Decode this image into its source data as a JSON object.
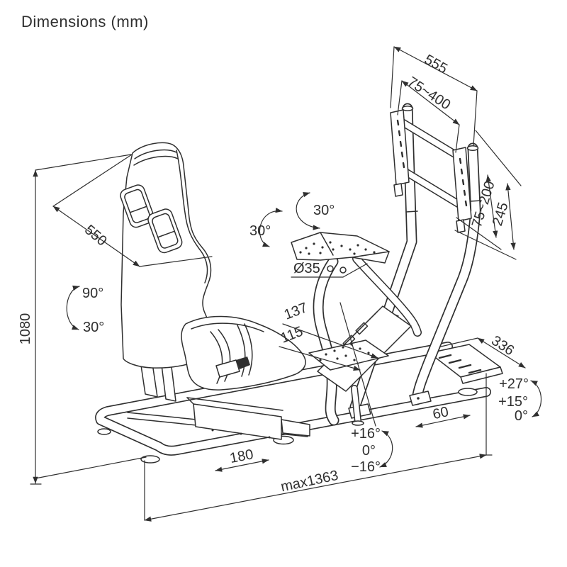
{
  "title": "Dimensions (mm)",
  "colors": {
    "ink": "#2f2f2f",
    "background": "#ffffff"
  },
  "labels": {
    "monitor_beam_width": "555",
    "vesa_width_range": "75~400",
    "vesa_height_range": "75~200",
    "bracket_height": "245",
    "seat_back_width": "550",
    "total_height": "1080",
    "backrest_angle_max": "90°",
    "backrest_angle_min": "30°",
    "wheel_tilt_left": "30°",
    "wheel_tilt_right": "30°",
    "tube_diameter": "Ø35",
    "pedal_width_outer": "137",
    "pedal_width_inner": "115",
    "base_end_depth": "336",
    "monitor_tilt_up": "+27°",
    "monitor_tilt_mid": "+15°",
    "monitor_tilt_zero": "0°",
    "slide_travel_rear": "60",
    "pedal_tilt_up": "+16°",
    "pedal_tilt_zero": "0°",
    "pedal_tilt_down": "−16°",
    "seat_slide_travel": "180",
    "max_length": "max1363"
  }
}
